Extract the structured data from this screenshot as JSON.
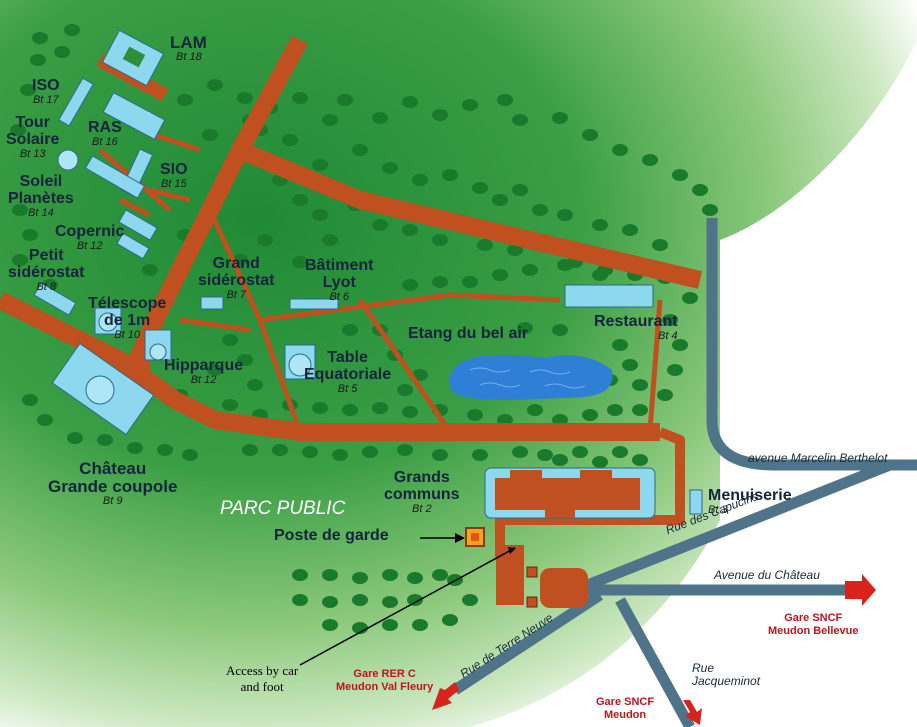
{
  "map": {
    "colors": {
      "road": "#c0501f",
      "street": "#4f7388",
      "green_dark": "#2e8f3a",
      "green_light": "#e6f3dc",
      "tree": "#1a7a2c",
      "building": "#8ed8ef",
      "water": "#2f7fd6",
      "station_text": "#c0141c",
      "arrow": "#d8231d",
      "guard": "#f3a41a"
    },
    "park_label": "PARC PUBLIC",
    "buildings": [
      {
        "name": "LAM",
        "bt": "Bt 18"
      },
      {
        "name": "ISO",
        "bt": "Bt 17"
      },
      {
        "name": "RAS",
        "bt": "Bt 16"
      },
      {
        "name": "Tour\nSolaire",
        "bt": "Bt 13"
      },
      {
        "name": "SIO",
        "bt": "Bt 15"
      },
      {
        "name": "Soleil\nPlanètes",
        "bt": "Bt 14"
      },
      {
        "name": "Copernic",
        "bt": "Bt 12"
      },
      {
        "name": "Petit\nsidérostat",
        "bt": "Bt 8"
      },
      {
        "name": "Télescope\nde 1m",
        "bt": "Bt 10"
      },
      {
        "name": "Grand\nsidérostat",
        "bt": "Bt 7"
      },
      {
        "name": "Bâtiment\nLyot",
        "bt": "Bt 6"
      },
      {
        "name": "Restaurant",
        "bt": "Bt 4"
      },
      {
        "name": "Etang du bel air",
        "bt": ""
      },
      {
        "name": "Hipparque",
        "bt": "Bt 12"
      },
      {
        "name": "Table\nEquatoriale",
        "bt": "Bt 5"
      },
      {
        "name": "Château\nGrande coupole",
        "bt": "Bt 9"
      },
      {
        "name": "Grands\ncommuns",
        "bt": "Bt 2"
      },
      {
        "name": "Menuiserie",
        "bt": "Bt 3"
      },
      {
        "name": "Poste de garde",
        "bt": ""
      }
    ],
    "streets": [
      {
        "name": "avenue Marcelin Berthelot"
      },
      {
        "name": "Rue des Capucins"
      },
      {
        "name": "Avenue du Château"
      },
      {
        "name": "Rue de Terre Neuve"
      },
      {
        "name": "Rue\nJacqueminot"
      }
    ],
    "stations": [
      {
        "name": "Gare SNCF\nMeudon Bellevue"
      },
      {
        "name": "Gare RER C\nMeudon Val Fleury"
      },
      {
        "name": "Gare SNCF\nMeudon"
      }
    ],
    "access_note": "Access by car\nand foot"
  }
}
